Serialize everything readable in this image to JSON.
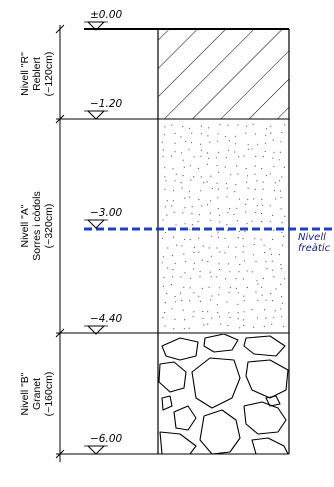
{
  "levels": [
    {
      "id": "l0",
      "label": "±0.00"
    },
    {
      "id": "l1",
      "label": "−1.20"
    },
    {
      "id": "l2",
      "label": "−3.00"
    },
    {
      "id": "l3",
      "label": "−4.40"
    },
    {
      "id": "l4",
      "label": "−6.00"
    }
  ],
  "layers": [
    {
      "id": "R",
      "name_line": "Nivell \"R\"",
      "material": "Reblert",
      "thickness": "(~120cm)",
      "pattern": "hatch"
    },
    {
      "id": "A",
      "name_line": "Nivell \"A\"",
      "material": "Sorres i còdols",
      "thickness": "(~320cm)",
      "pattern": "dots"
    },
    {
      "id": "B",
      "name_line": "Nivell \"B\"",
      "material": "Granet",
      "thickness": "(~160cm)",
      "pattern": "rocks"
    }
  ],
  "water_table": {
    "label_line1": "Nivell",
    "label_line2": "freàtic",
    "color": "#1f3fbf"
  },
  "colors": {
    "line": "#000000",
    "background": "#ffffff"
  }
}
